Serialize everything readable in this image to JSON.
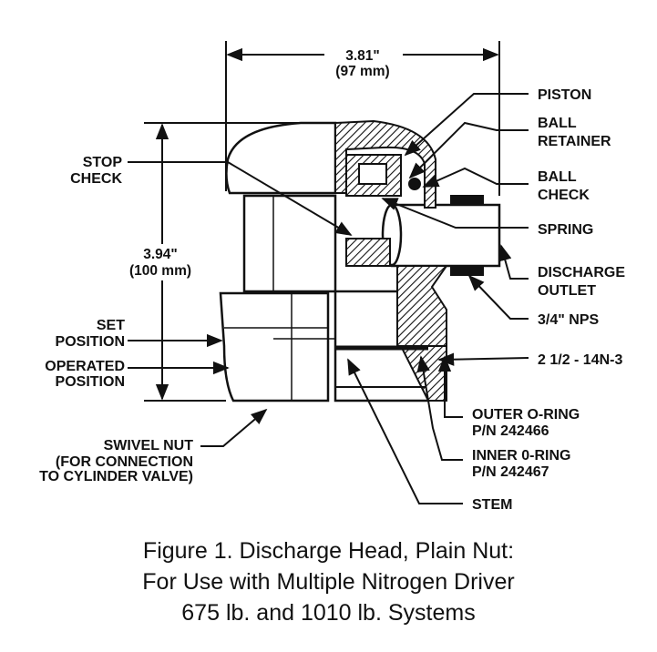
{
  "dimensions": {
    "width_in": "3.81\"",
    "width_mm": "(97 mm)",
    "height_in": "3.94\"",
    "height_mm": "(100 mm)"
  },
  "labels": {
    "piston": "PISTON",
    "ball_retainer_1": "BALL",
    "ball_retainer_2": "RETAINER",
    "ball_check_1": "BALL",
    "ball_check_2": "CHECK",
    "spring": "SPRING",
    "discharge_outlet_1": "DISCHARGE",
    "discharge_outlet_2": "OUTLET",
    "nps": "3/4\" NPS",
    "thread": "2 1/2 - 14N-3",
    "outer_oring_1": "OUTER O-RING",
    "outer_oring_2": "P/N 242466",
    "inner_oring_1": "INNER 0-RING",
    "inner_oring_2": "P/N 242467",
    "stem": "STEM",
    "stop_check_1": "STOP",
    "stop_check_2": "CHECK",
    "set_position_1": "SET",
    "set_position_2": "POSITION",
    "operated_position_1": "OPERATED",
    "operated_position_2": "POSITION",
    "swivel_nut_1": "SWIVEL NUT",
    "swivel_nut_2": "(FOR CONNECTION",
    "swivel_nut_3": "TO CYLINDER VALVE)"
  },
  "caption": {
    "line1": "Figure 1.  Discharge Head, Plain Nut:",
    "line2": "For Use with Multiple Nitrogen Driver",
    "line3": "675 lb. and 1010 lb. Systems"
  }
}
